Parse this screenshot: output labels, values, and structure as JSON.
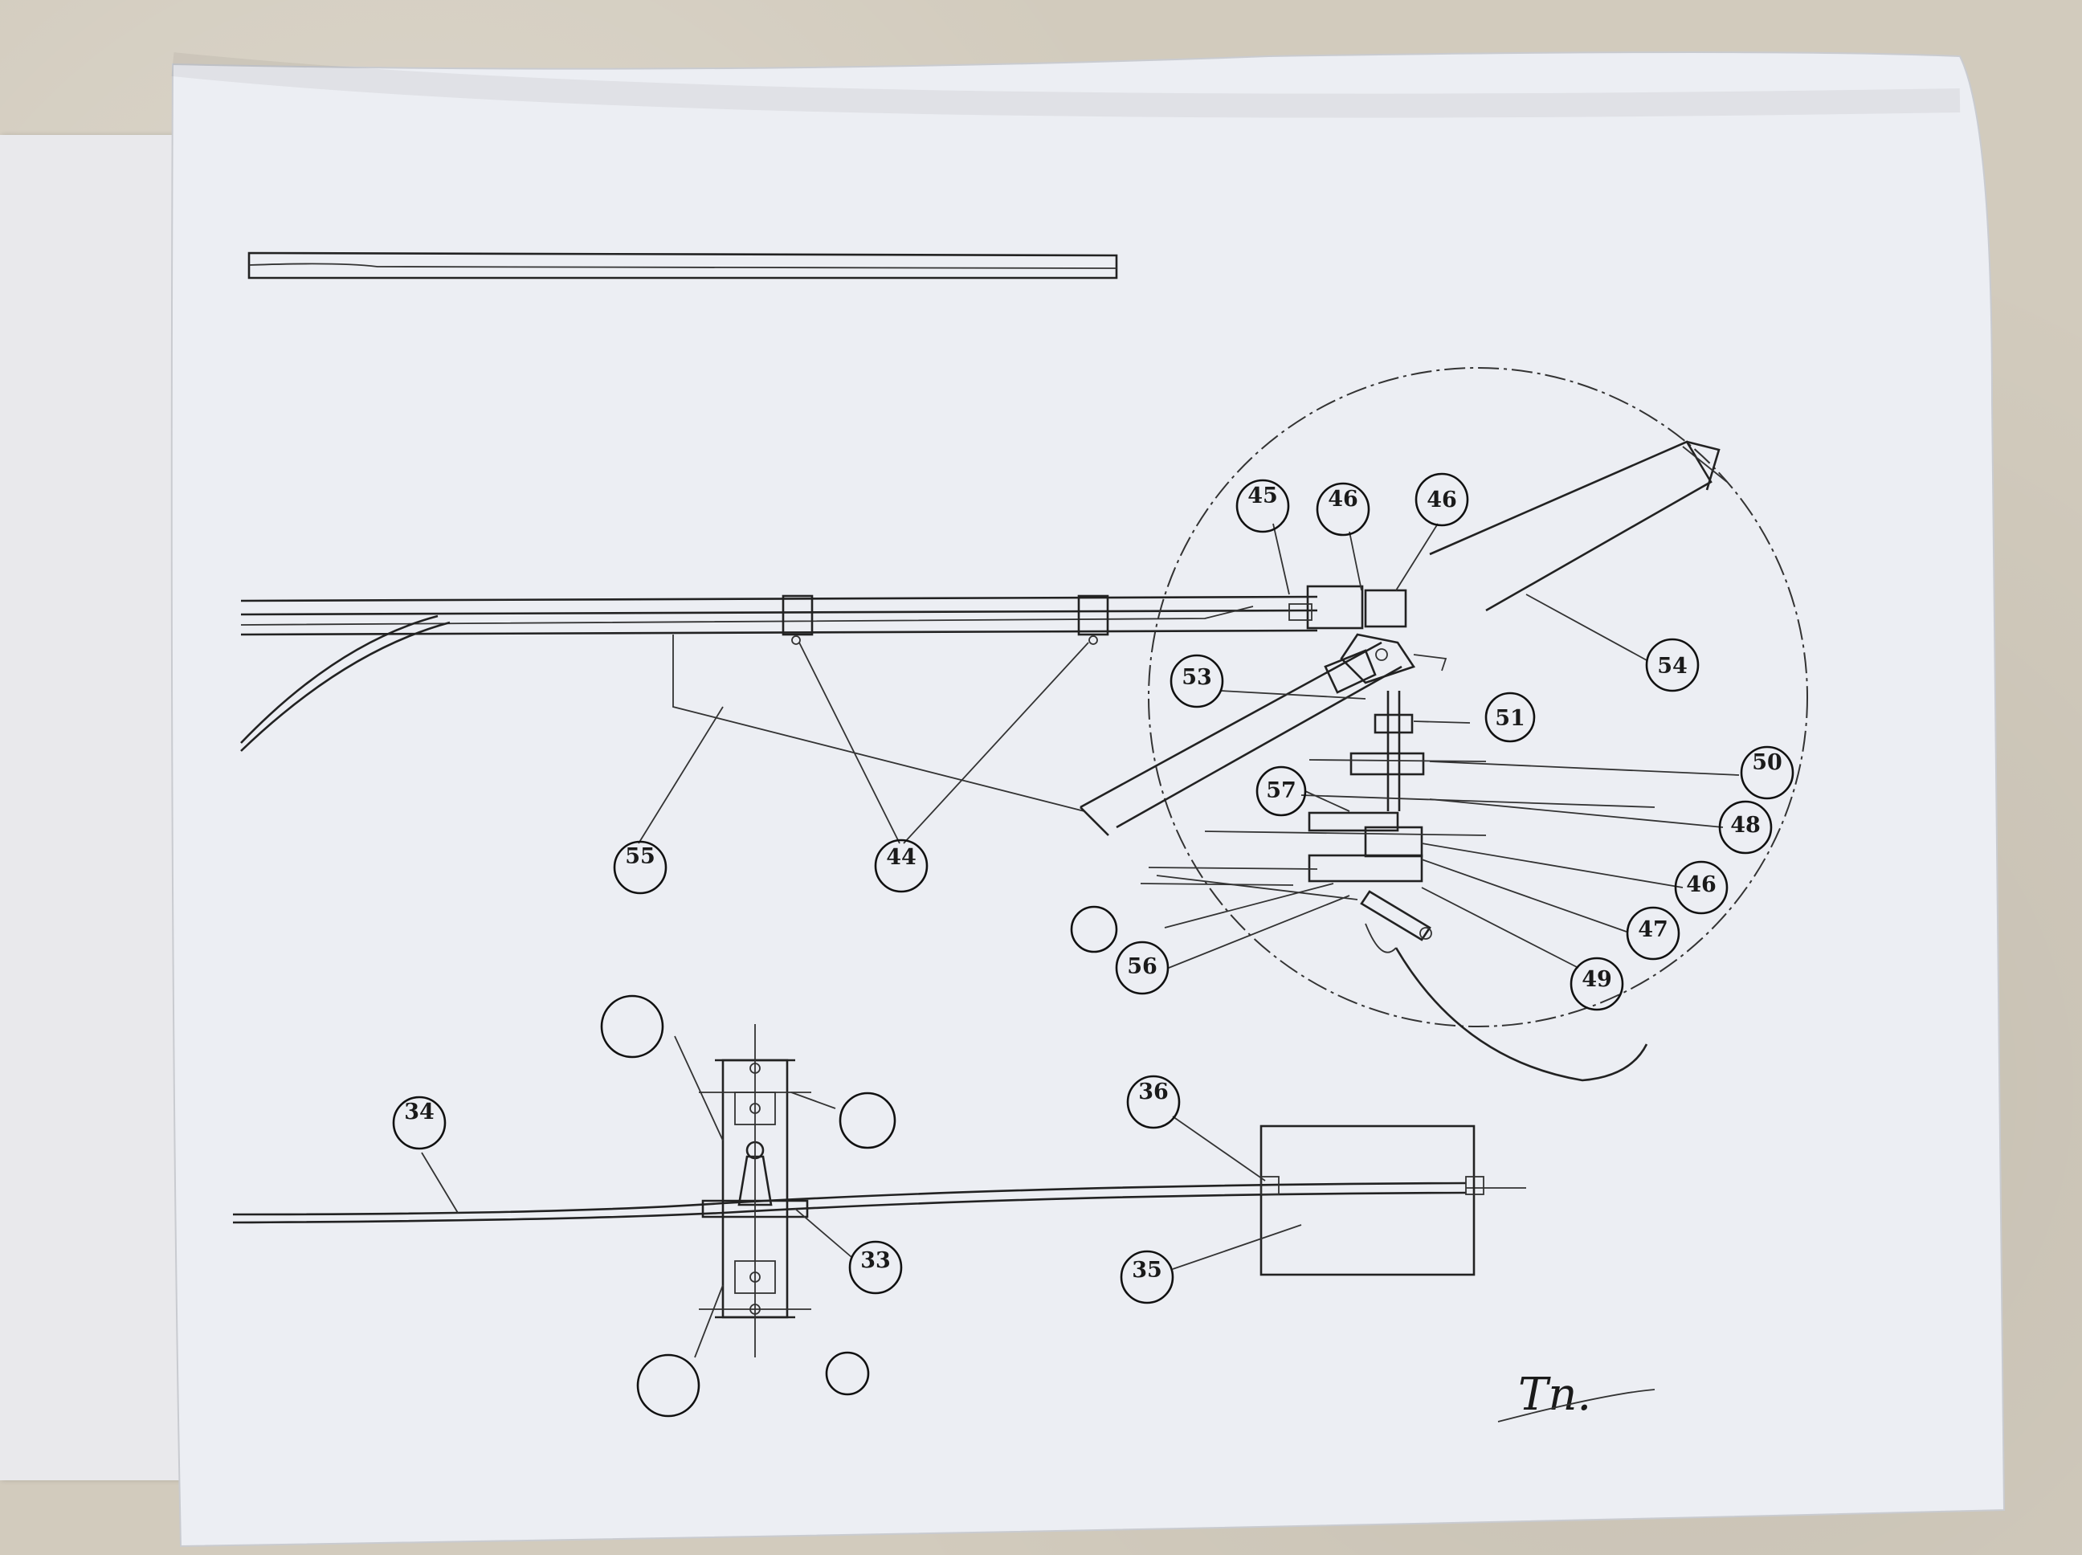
{
  "drawing": {
    "labels": {
      "top": [
        "45",
        "46",
        "46"
      ],
      "right": [
        "54",
        "51",
        "50",
        "48",
        "46",
        "47",
        "49"
      ],
      "middle": [
        "53",
        "57",
        "56",
        "55",
        "44"
      ],
      "bottom": [
        "34",
        "33",
        "36",
        "35"
      ]
    },
    "signature": "Tn."
  },
  "colors": {
    "paper": "#eceef3",
    "ink": "#1a1a1a",
    "floor": "#d2cbbd"
  }
}
